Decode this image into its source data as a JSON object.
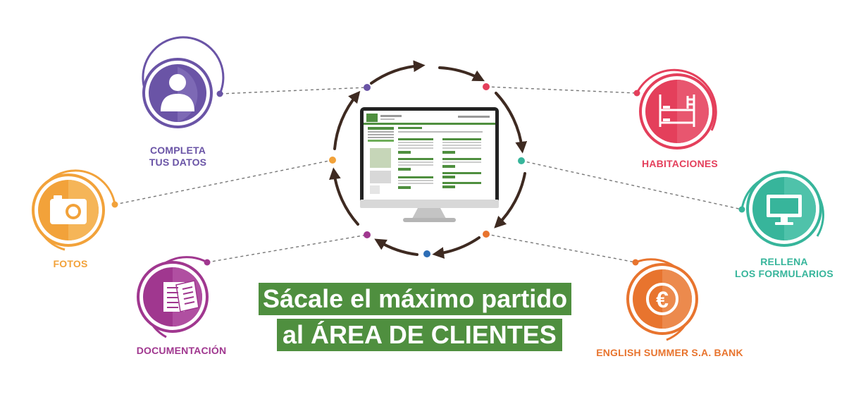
{
  "colors": {
    "purple": "#6a54a6",
    "orange": "#f2a23a",
    "magenta": "#a0378f",
    "red": "#e43f5b",
    "teal": "#37b59b",
    "dark_orange": "#e8742e",
    "banner_green": "#4f8f3f",
    "arrow_brown": "#3e2a21",
    "dot_blue": "#2d6db5"
  },
  "nodes": [
    {
      "id": "completa",
      "icon": "user-icon",
      "lines": [
        "COMPLETA",
        "TUS DATOS"
      ]
    },
    {
      "id": "fotos",
      "icon": "camera-icon",
      "lines": [
        "FOTOS"
      ]
    },
    {
      "id": "documentacion",
      "icon": "documents-icon",
      "lines": [
        "DOCUMENTACIÓN"
      ]
    },
    {
      "id": "habitaciones",
      "icon": "bunk-bed-icon",
      "lines": [
        "HABITACIONES"
      ]
    },
    {
      "id": "rellena",
      "icon": "monitor-icon",
      "lines": [
        "RELLENA",
        "LOS FORMULARIOS"
      ]
    },
    {
      "id": "bank",
      "icon": "euro-icon",
      "lines": [
        "ENGLISH SUMMER S.A. BANK"
      ]
    }
  ],
  "banner": {
    "line1": "Sácale el máximo partido",
    "line2": "al ÁREA DE CLIENTES"
  },
  "center": {
    "icon": "computer-monitor-icon"
  }
}
